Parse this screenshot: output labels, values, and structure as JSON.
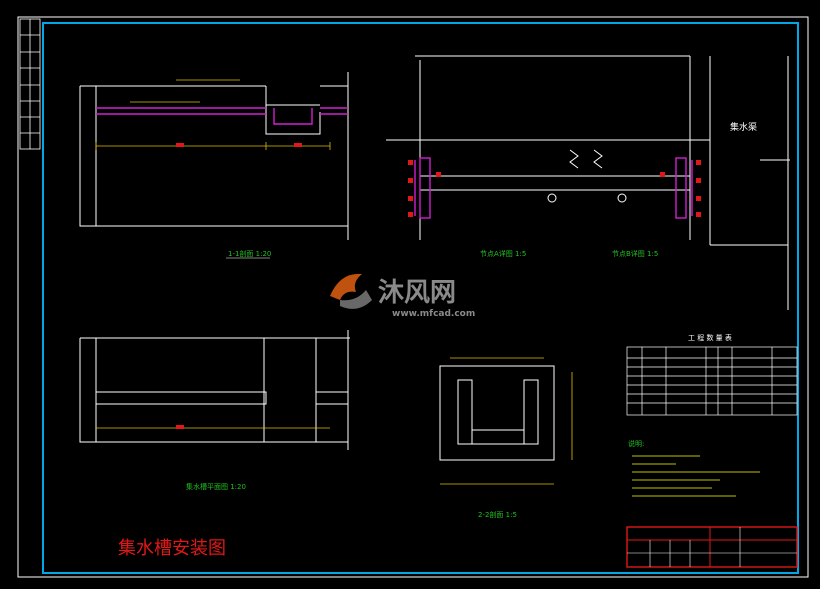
{
  "caption": "集水槽安装图",
  "watermark": {
    "brand": "沐风网",
    "url": "www.mfcad.com"
  },
  "labels": {
    "section_1_1": "1-1剖面 1:20",
    "node_a": "节点A详图 1:5",
    "node_b": "节点B详图 1:5",
    "section_2_2": "2-2剖面 1:5",
    "plan_view": "集水槽平面图 1:20",
    "pool_label": "集水渠",
    "table_title": "工 程 数 量 表",
    "notes_title": "说明:"
  },
  "colors": {
    "frame": "#00a8e8",
    "line": "#ffffff",
    "magenta": "#d020d0",
    "dim": "#e0c000",
    "red": "#e01818",
    "green": "#20c020",
    "cyan": "#00c8c8"
  }
}
